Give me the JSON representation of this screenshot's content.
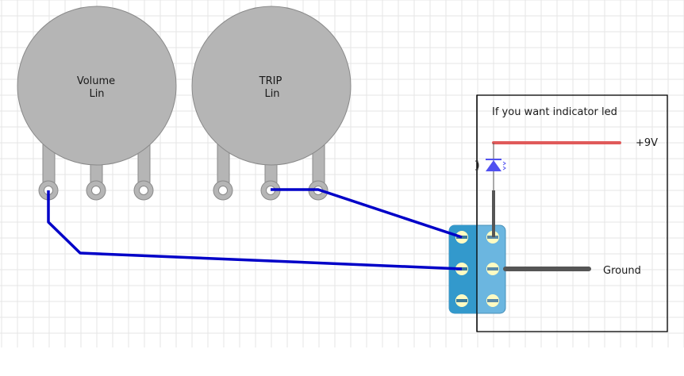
{
  "diagram": {
    "title": "Guitar wiring diagram",
    "colors": {
      "grid": "#e6e6e6",
      "pot_fill": "#b5b5b5",
      "pot_stroke": "#8a8a8a",
      "wire_signal": "#0000c8",
      "wire_power": "#e05a5a",
      "wire_ground": "#555555",
      "switch_left": "#3399cc",
      "switch_right": "#6bb6e0",
      "switch_lug": "#fffbc2",
      "led": "#5050f0"
    },
    "pots": [
      {
        "name": "Volume",
        "taper": "Lin"
      },
      {
        "name": "TRIP",
        "taper": "Lin"
      }
    ],
    "indicator_box": {
      "label": "If you want indicator led",
      "power_label": "+9V"
    },
    "switch": {
      "type": "DPDT toggle"
    },
    "ground_label": "Ground"
  }
}
